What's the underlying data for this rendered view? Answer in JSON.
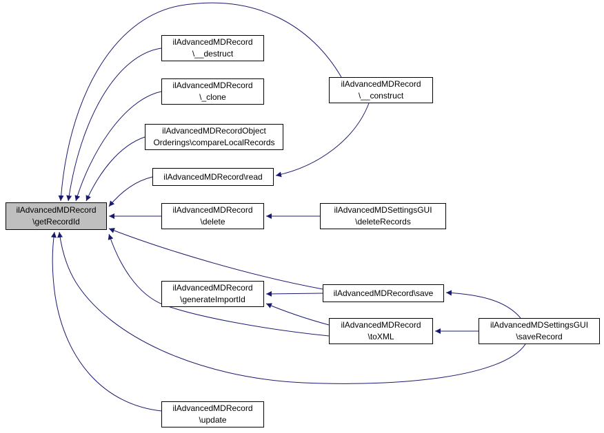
{
  "diagram": {
    "title": "Caller graph for ilAdvancedMDRecord::getRecordId",
    "colors": {
      "edge": "#191970",
      "node_fill": "#ffffff",
      "node_border": "#000000",
      "highlight_fill": "#bfbfbf"
    },
    "nodes": {
      "getRecordId": {
        "line1": "ilAdvancedMDRecord",
        "line2": "\\getRecordId"
      },
      "destruct": {
        "line1": "ilAdvancedMDRecord",
        "line2": "\\__destruct"
      },
      "clone": {
        "line1": "ilAdvancedMDRecord",
        "line2": "\\_clone"
      },
      "compareLocalRecords": {
        "line1": "ilAdvancedMDRecordObject",
        "line2": "Orderings\\compareLocalRecords"
      },
      "read": {
        "line1": "ilAdvancedMDRecord\\read"
      },
      "construct": {
        "line1": "ilAdvancedMDRecord",
        "line2": "\\__construct"
      },
      "delete": {
        "line1": "ilAdvancedMDRecord",
        "line2": "\\delete"
      },
      "deleteRecords": {
        "line1": "ilAdvancedMDSettingsGUI",
        "line2": "\\deleteRecords"
      },
      "generateImportId": {
        "line1": "ilAdvancedMDRecord",
        "line2": "\\generateImportId"
      },
      "save": {
        "line1": "ilAdvancedMDRecord\\save"
      },
      "toXML": {
        "line1": "ilAdvancedMDRecord",
        "line2": "\\toXML"
      },
      "saveRecord": {
        "line1": "ilAdvancedMDSettingsGUI",
        "line2": "\\saveRecord"
      },
      "update": {
        "line1": "ilAdvancedMDRecord",
        "line2": "\\update"
      }
    },
    "edges": [
      {
        "from": "construct",
        "to": "getRecordId"
      },
      {
        "from": "construct",
        "to": "read"
      },
      {
        "from": "destruct",
        "to": "getRecordId"
      },
      {
        "from": "clone",
        "to": "getRecordId"
      },
      {
        "from": "compareLocalRecords",
        "to": "getRecordId"
      },
      {
        "from": "read",
        "to": "getRecordId"
      },
      {
        "from": "delete",
        "to": "getRecordId"
      },
      {
        "from": "deleteRecords",
        "to": "delete"
      },
      {
        "from": "save",
        "to": "getRecordId"
      },
      {
        "from": "save",
        "to": "generateImportId"
      },
      {
        "from": "toXML",
        "to": "generateImportId"
      },
      {
        "from": "toXML",
        "to": "getRecordId"
      },
      {
        "from": "saveRecord",
        "to": "save"
      },
      {
        "from": "saveRecord",
        "to": "toXML"
      },
      {
        "from": "saveRecord",
        "to": "getRecordId"
      },
      {
        "from": "update",
        "to": "getRecordId"
      }
    ]
  }
}
